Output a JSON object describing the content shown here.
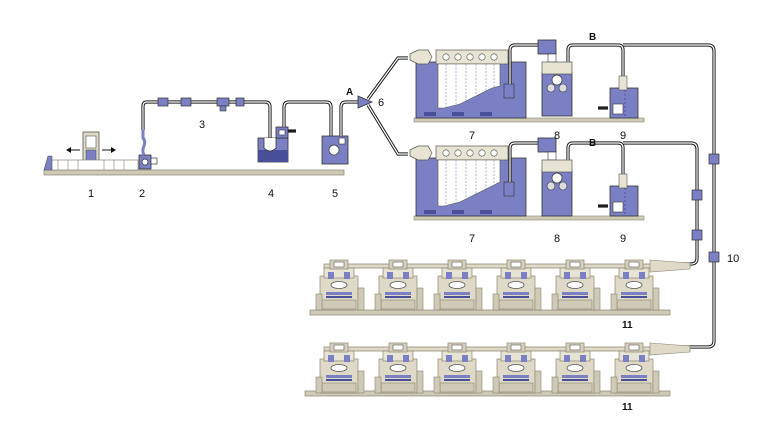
{
  "labels": {
    "n1": "1",
    "n2": "2",
    "n3": "3",
    "n4": "4",
    "n5": "5",
    "n6": "6",
    "n7a": "7",
    "n8a": "8",
    "n9a": "9",
    "n7b": "7",
    "n8b": "8",
    "n9b": "9",
    "n10": "10",
    "n11a": "11",
    "n11b": "11",
    "A": "A",
    "Ba": "B",
    "Bb": "B"
  },
  "colors": {
    "blue": "#7b80c4",
    "blue_dark": "#4a4f9a",
    "beige": "#dfdac8",
    "beige_dark": "#b9b39c",
    "shelf": "#cfcab6",
    "pipe": "#1e1e1e"
  }
}
